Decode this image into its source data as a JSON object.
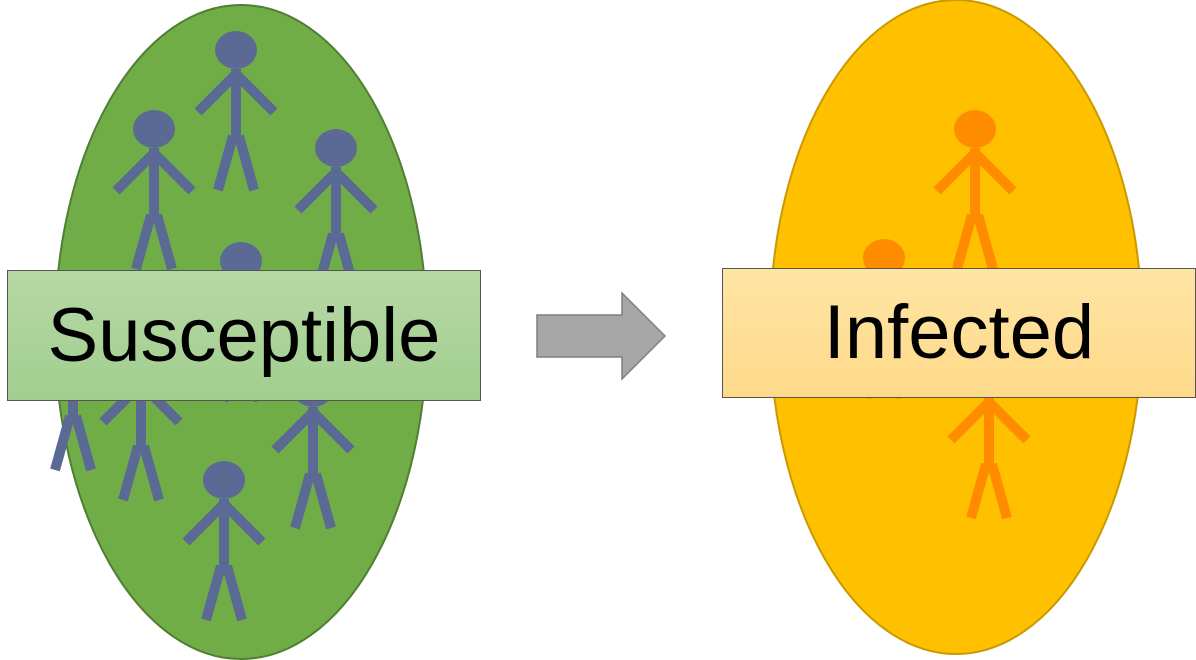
{
  "diagram": {
    "susceptible": {
      "label": "Susceptible",
      "fill": "#70ad47",
      "figure_color": "#5a6a94",
      "figure_count": 8
    },
    "arrow": {
      "icon": "right-arrow-icon",
      "color": "#a6a6a6"
    },
    "infected": {
      "label": "Infected",
      "fill": "#ffc000",
      "figure_color": "#ff8c00",
      "figure_count": 3
    }
  }
}
